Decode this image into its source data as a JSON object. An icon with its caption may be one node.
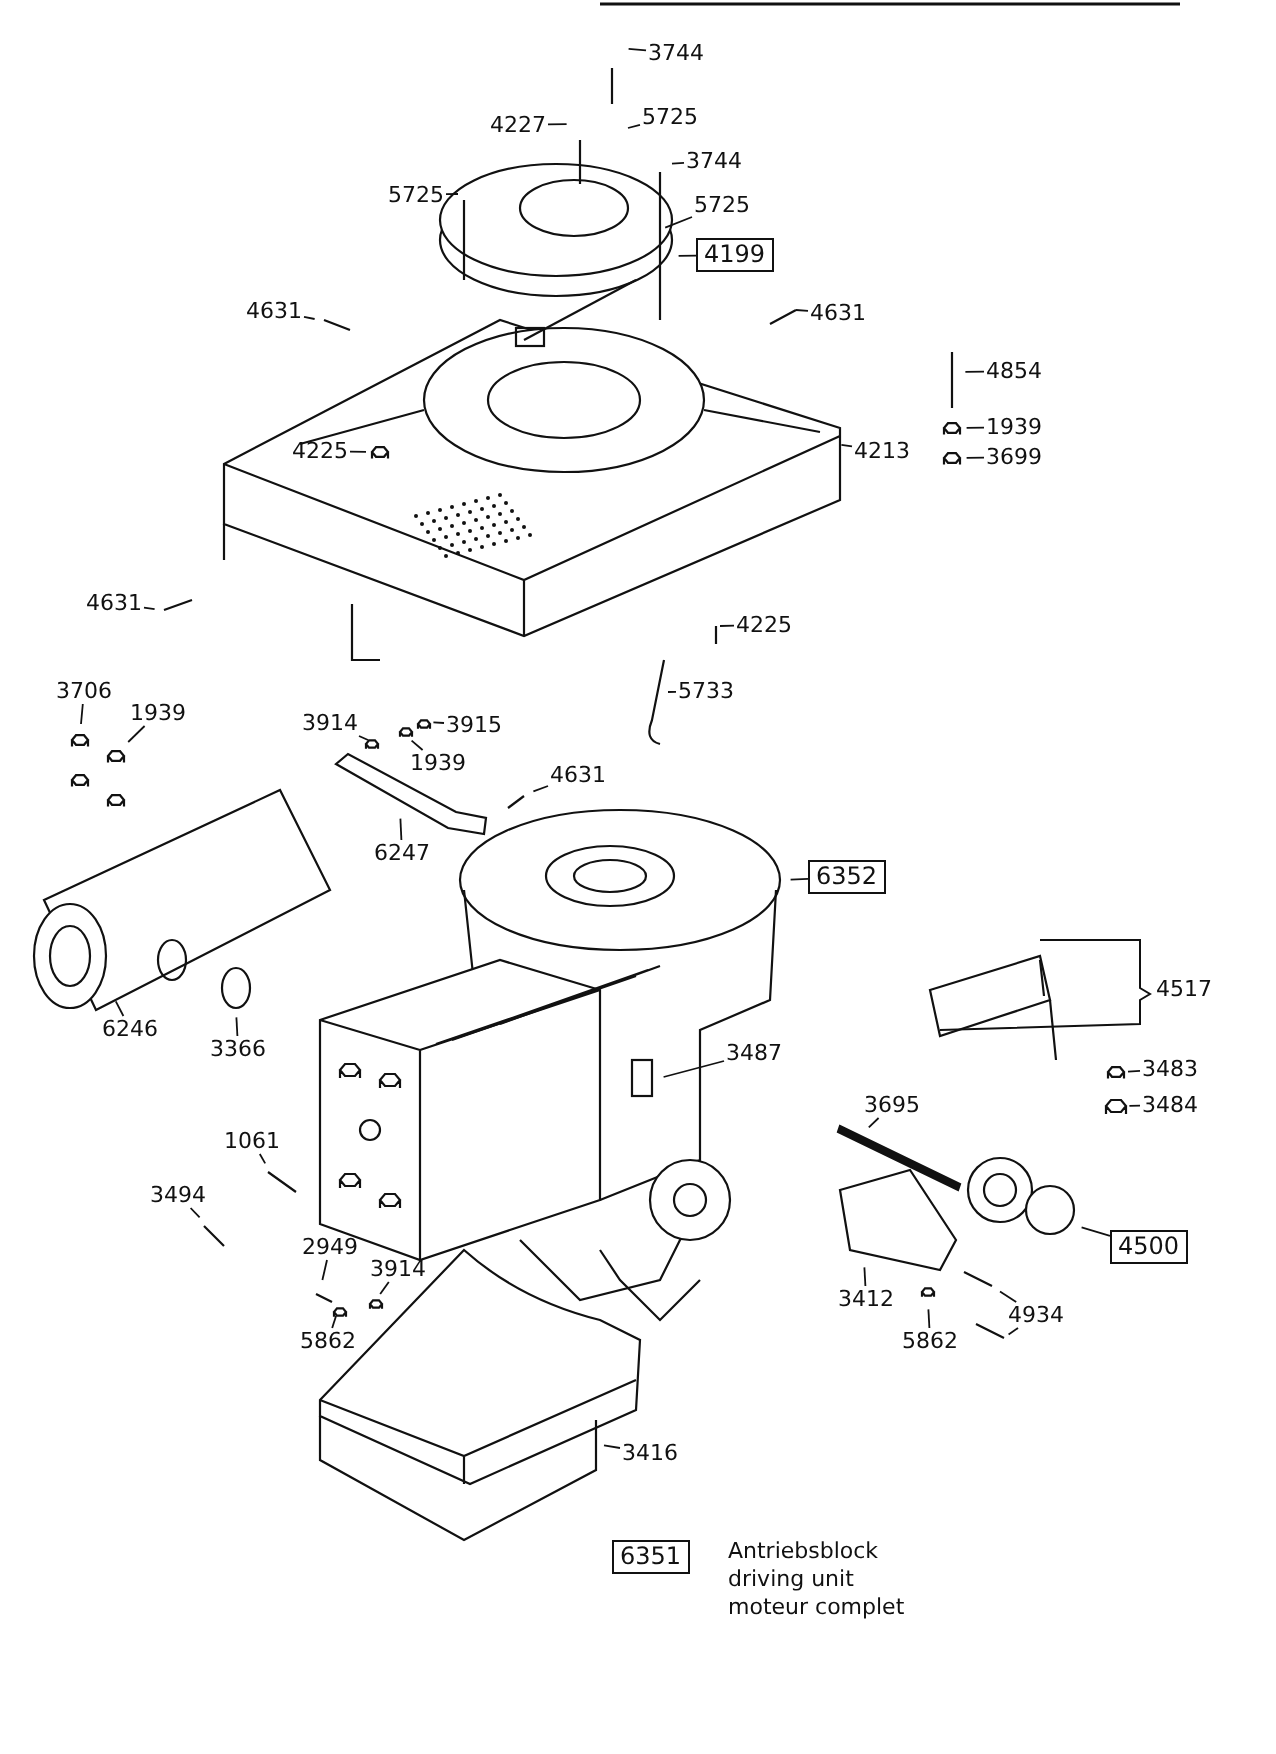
{
  "diagram": {
    "nodes": [
      {
        "text": [
          "3744"
        ]
      },
      {
        "text": [
          "4227"
        ]
      },
      {
        "text": [
          "5725"
        ]
      },
      {
        "text": [
          "3744"
        ]
      },
      {
        "text": [
          "5725"
        ]
      },
      {
        "text": [
          "5725"
        ]
      },
      {
        "text": [
          "4199"
        ]
      },
      {
        "text": [
          "4631"
        ]
      },
      {
        "text": [
          "4631"
        ]
      },
      {
        "text": [
          "4854"
        ]
      },
      {
        "text": [
          "1939"
        ]
      },
      {
        "text": [
          "4225"
        ]
      },
      {
        "text": [
          "4213"
        ]
      },
      {
        "text": [
          "3699"
        ]
      },
      {
        "text": [
          "4631"
        ]
      },
      {
        "text": [
          "4225"
        ]
      },
      {
        "text": [
          "5733"
        ]
      },
      {
        "text": [
          "3706"
        ]
      },
      {
        "text": [
          "1939"
        ]
      },
      {
        "text": [
          "3914"
        ]
      },
      {
        "text": [
          "3915"
        ]
      },
      {
        "text": [
          "1939"
        ]
      },
      {
        "text": [
          "4631"
        ]
      },
      {
        "text": [
          "6247"
        ]
      },
      {
        "text": [
          "6352"
        ]
      },
      {
        "text": [
          "6246"
        ]
      },
      {
        "text": [
          "3366"
        ]
      },
      {
        "text": [
          "3487"
        ]
      },
      {
        "text": [
          "3483"
        ]
      },
      {
        "text": [
          "3484"
        ]
      },
      {
        "text": [
          "3695"
        ]
      },
      {
        "text": [
          "1061"
        ]
      },
      {
        "text": [
          "3494"
        ]
      },
      {
        "text": [
          "4500"
        ]
      },
      {
        "text": [
          "2949"
        ]
      },
      {
        "text": [
          "3914"
        ]
      },
      {
        "text": [
          "5862"
        ]
      },
      {
        "text": [
          "3412"
        ]
      },
      {
        "text": [
          "5862"
        ]
      },
      {
        "text": [
          "4934"
        ]
      },
      {
        "text": [
          "3416"
        ]
      },
      {
        "text": [
          "6351"
        ],
        "beside": [
          "Antriebsblock",
          "driving unit",
          "moteur complet"
        ]
      }
    ],
    "edges": [
      {
        "from": 0,
        "to": null,
        "arrow": "none"
      },
      {
        "from": 1,
        "to": null,
        "arrow": "none"
      },
      {
        "from": 2,
        "to": null,
        "arrow": "none"
      },
      {
        "from": 3,
        "to": null,
        "arrow": "none"
      },
      {
        "from": 4,
        "to": null,
        "arrow": "none"
      },
      {
        "from": 5,
        "to": null,
        "arrow": "none"
      },
      {
        "from": 6,
        "to": null,
        "arrow": "none"
      },
      {
        "from": 7,
        "to": null,
        "arrow": "none"
      },
      {
        "from": 8,
        "to": null,
        "arrow": "none"
      },
      {
        "from": 9,
        "to": null,
        "arrow": "none"
      },
      {
        "from": 10,
        "to": null,
        "arrow": "none"
      },
      {
        "from": 11,
        "to": null,
        "arrow": "none"
      },
      {
        "from": 12,
        "to": null,
        "arrow": "none"
      },
      {
        "from": 13,
        "to": null,
        "arrow": "none"
      },
      {
        "from": 14,
        "to": null,
        "arrow": "none"
      },
      {
        "from": 15,
        "to": null,
        "arrow": "none"
      },
      {
        "from": 16,
        "to": null,
        "arrow": "none"
      },
      {
        "from": 17,
        "to": null,
        "arrow": "none"
      },
      {
        "from": 18,
        "to": null,
        "arrow": "none"
      },
      {
        "from": 19,
        "to": null,
        "arrow": "none"
      },
      {
        "from": 20,
        "to": null,
        "arrow": "none"
      },
      {
        "from": 21,
        "to": null,
        "arrow": "none"
      },
      {
        "from": 22,
        "to": null,
        "arrow": "none"
      },
      {
        "from": 23,
        "to": null,
        "arrow": "none"
      },
      {
        "from": 24,
        "to": null,
        "arrow": "none"
      },
      {
        "from": 25,
        "to": null,
        "arrow": "none"
      },
      {
        "from": 26,
        "to": null,
        "arrow": "none"
      },
      {
        "from": 27,
        "to": null,
        "arrow": "none"
      },
      {
        "from": 28,
        "to": null,
        "arrow": "none"
      },
      {
        "from": 29,
        "to": null,
        "arrow": "none"
      },
      {
        "from": 30,
        "to": null,
        "arrow": "none"
      },
      {
        "from": 31,
        "to": null,
        "arrow": "none"
      },
      {
        "from": 32,
        "to": null,
        "arrow": "none"
      },
      {
        "from": 33,
        "to": null,
        "arrow": "none"
      },
      {
        "from": 34,
        "to": null,
        "arrow": "none"
      },
      {
        "from": 35,
        "to": null,
        "arrow": "none"
      },
      {
        "from": 36,
        "to": null,
        "arrow": "none"
      },
      {
        "from": 37,
        "to": null,
        "arrow": "none"
      },
      {
        "from": 38,
        "to": null,
        "arrow": "none"
      },
      {
        "from": 39,
        "to": null,
        "arrow": "none"
      },
      {
        "from": 39,
        "to": null,
        "arrow": "none"
      },
      {
        "from": 40,
        "to": null,
        "arrow": "none"
      }
    ],
    "labels": [
      "4517"
    ]
  }
}
